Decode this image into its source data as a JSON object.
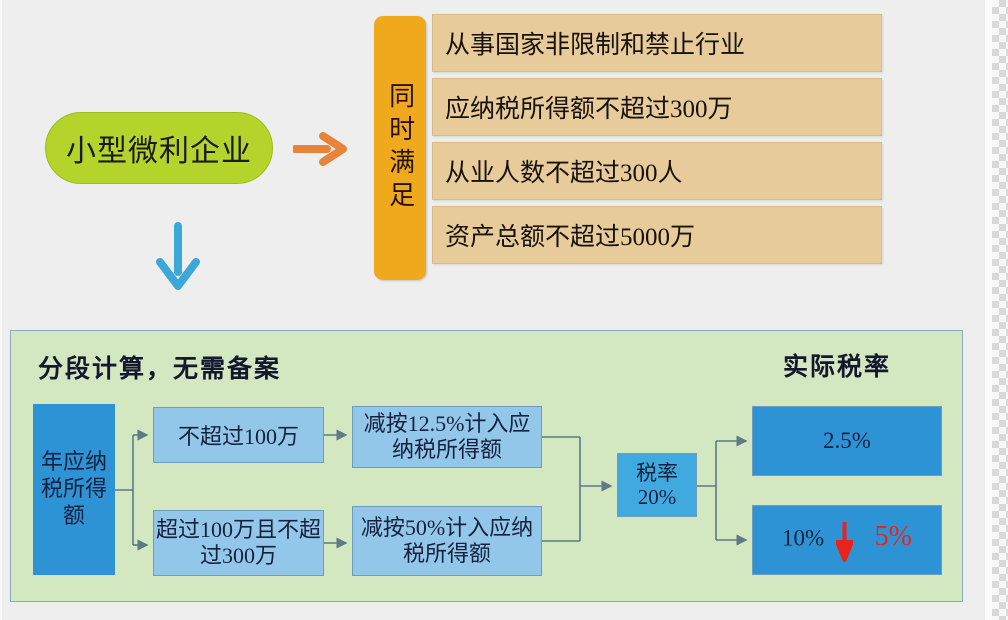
{
  "theme": {
    "background": "#eeeeee",
    "pill_green": "#b4d42c",
    "orange_bar": "#f0a81d",
    "condition_tan": "#e8cb9a",
    "panel_green": "#d3e7c0",
    "blue_dark": "#2d93d4",
    "blue_mid": "#3fa9e0",
    "blue_light": "#93c7ea",
    "orange_arrow": "#e8833a",
    "blue_arrow": "#3ba8d8",
    "red_accent": "#e8231a",
    "connector_line": "#5d7a85",
    "text_dark": "#16213f"
  },
  "top": {
    "subject_label": "小型微利企业",
    "arrow_right_icon": "arrow-right-icon",
    "arrow_down_icon": "arrow-down-icon",
    "conjunction_label": "同时满足",
    "conditions": [
      "从事国家非限制和禁止行业",
      "应纳税所得额不超过300万",
      "从业人数不超过300人",
      "资产总额不超过5000万"
    ]
  },
  "panel": {
    "title": "分段计算，无需备案",
    "title_right": "实际税率",
    "source_box": "年应纳税所得额",
    "brackets": [
      "不超过100万",
      "超过100万且不超过300万"
    ],
    "reductions": [
      "减按12.5%计入应纳税所得额",
      "减按50%计入应纳税所得额"
    ],
    "rate_box": "税率20%",
    "rate_box_line1": "税率",
    "rate_box_line2": "20%",
    "results": [
      {
        "value": "2.5%"
      }
    ],
    "result_changed": {
      "old_value": "10%",
      "new_value": "5%",
      "arrow_icon": "red-down-arrow-icon"
    }
  }
}
